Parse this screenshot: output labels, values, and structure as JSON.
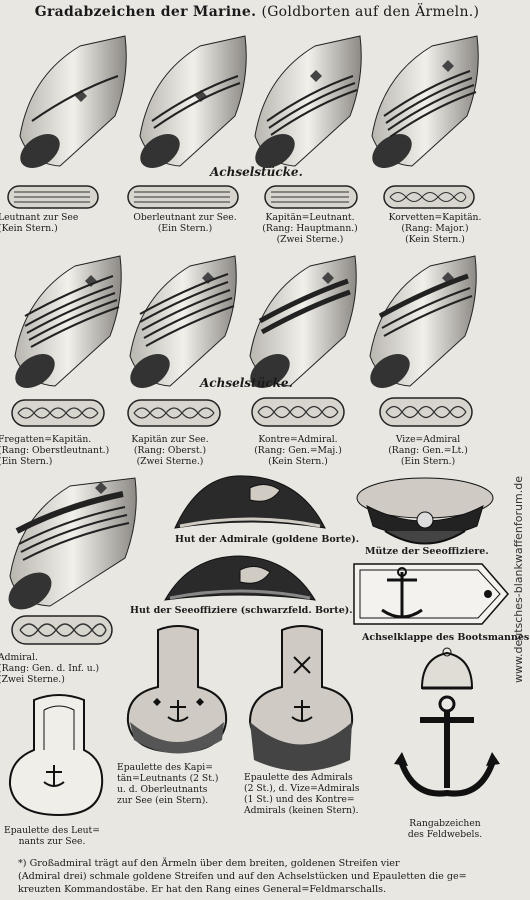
{
  "title": {
    "main": "Gradabzeichen der Marine.",
    "sub": "(Goldborten auf den Ärmeln.)"
  },
  "section_headers": {
    "shoulder_1": "Achselstücke.",
    "shoulder_2": "Achselstücke."
  },
  "rank_row_1": [
    {
      "name": "Leutnant zur See",
      "note": "(Kein Stern.)"
    },
    {
      "name": "Oberleutnant zur See.",
      "note": "(Ein Stern.)"
    },
    {
      "name": "Kapitän=Leutnant.",
      "note": "(Rang: Hauptmann.)",
      "note2": "(Zwei Sterne.)"
    },
    {
      "name": "Korvetten=Kapitän.",
      "note": "(Rang: Major.)",
      "note2": "(Kein Stern.)"
    }
  ],
  "rank_row_2": [
    {
      "name": "Fregatten=Kapitän.",
      "note": "(Rang: Oberstleutnant.)",
      "note2": "(Ein Stern.)"
    },
    {
      "name": "Kapitän zur See.",
      "note": "(Rang: Oberst.)",
      "note2": "(Zwei Sterne.)"
    },
    {
      "name": "Kontre=Admiral.",
      "note": "(Rang: Gen.=Maj.)",
      "note2": "(Kein Stern.)"
    },
    {
      "name": "Vize=Admiral",
      "note": "(Rang: Gen.=Lt.)",
      "note2": "(Ein Stern.)"
    }
  ],
  "admiral": {
    "name": "Admiral.",
    "note": "(Rang: Gen. d. Inf. u.)",
    "note2": "(Zwei Sterne.)"
  },
  "labels": {
    "hut_admirale": "Hut der Admirale (goldene Borte).",
    "muetze": "Mütze der Seeoffiziere.",
    "hut_seeoffiziere": "Hut der Seeoffiziere (schwarzfeld. Borte).",
    "achselklappe": "Achselklappe des Bootsmannes."
  },
  "epaulettes": {
    "leutnant": [
      "Epaulette des Leut=",
      "nants zur See."
    ],
    "kapitaen": [
      "Epaulette des Kapi=",
      "tän=Leutnants (2 St.)",
      "u. d. Oberleutnants",
      "zur See (ein Stern)."
    ],
    "admiral": [
      "Epaulette des Admirals",
      "(2 St.), d. Vize=Admirals",
      "(1 St.) und des Kontre=",
      "Admirals (keinen Stern)."
    ],
    "feldwebel": [
      "Rangabzeichen",
      "des Feldwebels."
    ]
  },
  "footnote": {
    "line1": "*) Großadmiral trägt auf den Ärmeln über dem breiten, goldenen Streifen vier",
    "line2": "(Admiral drei) schmale goldene Streifen und auf den Achselstücken und Epauletten die ge=",
    "line3": "kreuzten Kommandostäbe. Er hat den Rang eines General=Feldmarschalls."
  },
  "watermark": "www.deutsches-blankwaffenforum.de"
}
